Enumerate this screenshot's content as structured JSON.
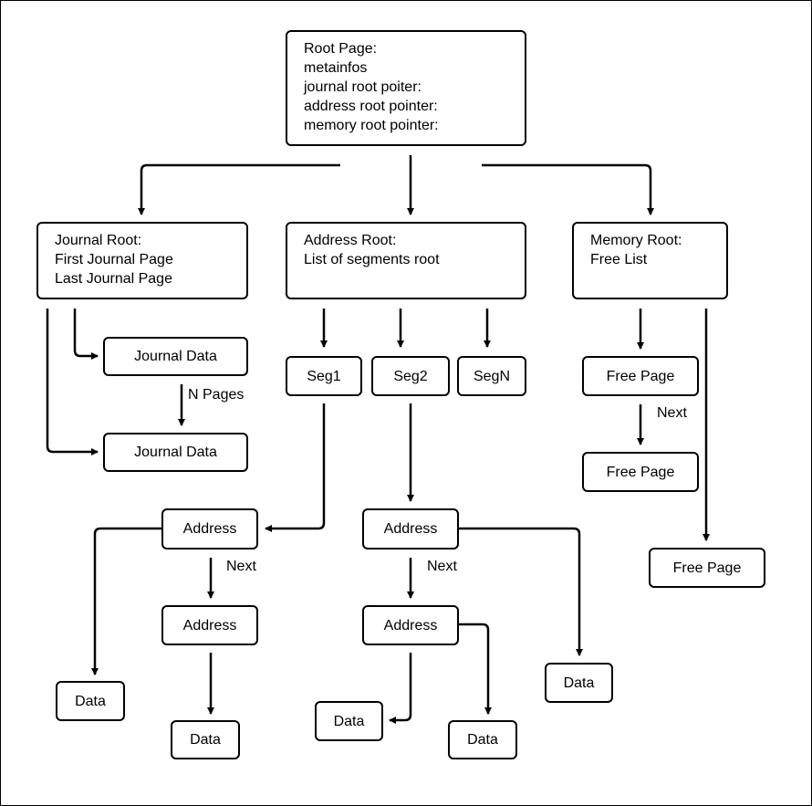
{
  "root": {
    "lines": [
      "Root Page:",
      "metainfos",
      "journal root poiter:",
      "address root pointer:",
      "memory root pointer:"
    ]
  },
  "journal": {
    "lines": [
      "Journal Root:",
      "First Journal Page",
      "Last Journal Page"
    ],
    "data_1": "Journal Data",
    "data_2": "Journal Data",
    "edge_label": "N Pages"
  },
  "address_root": {
    "lines": [
      "Address Root:",
      "List of segments root"
    ],
    "segments": [
      "Seg1",
      "Seg2",
      "SegN"
    ]
  },
  "seg1_chain": {
    "address_1": "Address",
    "address_2": "Address",
    "next_label": "Next",
    "data_1": "Data",
    "data_2": "Data"
  },
  "seg2_chain": {
    "address_1": "Address",
    "address_2": "Address",
    "next_label": "Next",
    "data_1": "Data",
    "data_2": "Data",
    "data_3": "Data"
  },
  "memory": {
    "lines": [
      "Memory Root:",
      "Free List"
    ],
    "free_page_1": "Free Page",
    "free_page_2": "Free Page",
    "free_page_3": "Free Page",
    "next_label": "Next"
  }
}
